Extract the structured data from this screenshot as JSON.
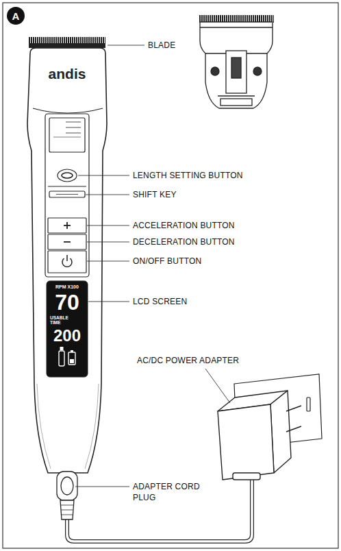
{
  "diagram": {
    "nodes": [
      {
        "text": [
          "A"
        ]
      }
    ],
    "labels": [
      "BLADE",
      "LENGTH SETTING BUTTON",
      "SHIFT KEY",
      "ACCELERATION BUTTON",
      "DECELERATION BUTTON",
      "ON/OFF BUTTON",
      "LCD SCREEN",
      "AC/DC POWER ADAPTER",
      "ADAPTER CORD PLUG",
      "andis",
      "RPM X100",
      "70",
      "USABLE TIME",
      "200"
    ]
  }
}
